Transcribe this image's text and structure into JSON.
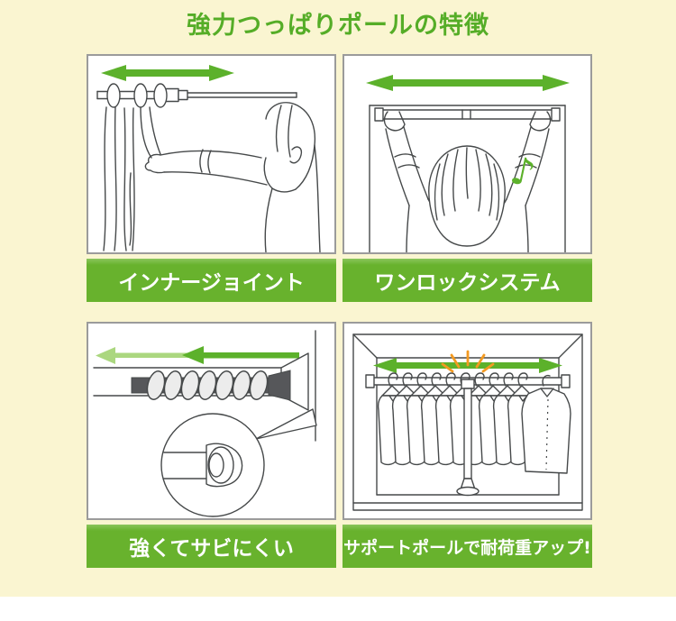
{
  "title": "強力つっぱりポールの特徴",
  "panels": [
    {
      "key": "inner-joint",
      "label": "インナージョイント"
    },
    {
      "key": "one-lock",
      "label": "ワンロックシステム"
    },
    {
      "key": "rust-proof",
      "label": "強くてサビにくい"
    },
    {
      "key": "support-pole",
      "label": "サポートポールで耐荷重アップ!"
    }
  ],
  "icons": [
    "extension-arrow-icon",
    "music-note-icon",
    "compression-arrow-icon",
    "sparkle-icon",
    "detail-magnifier-circle"
  ],
  "colors": {
    "cream": "#faf5d1",
    "title_green": "#55ad27",
    "bar_green": "#68b22d",
    "bar_green_light": "#8bc55c",
    "green": "#5cb12b",
    "light_green": "#abd77f",
    "orange": "#f39a21",
    "line": "#46494a",
    "border": "#9b9b9b"
  }
}
